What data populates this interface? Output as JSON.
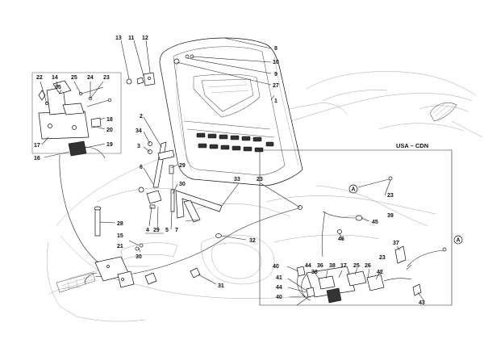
{
  "diagram": {
    "inset_title": "USA – CDN",
    "callouts": {
      "c1": "1",
      "c2": "2",
      "c4": "4",
      "c5": "5",
      "c6": "6",
      "c7": "7",
      "c8": "8",
      "c9": "9",
      "c10": "10",
      "c11": "11",
      "c12": "12",
      "c13": "13",
      "c14": "14",
      "c15": "15",
      "c16": "16",
      "c17": "17",
      "c18": "18",
      "c19": "19",
      "c20": "20",
      "c21": "21",
      "c22": "22",
      "c23": "23",
      "c24": "24",
      "c25": "25",
      "c26": "26",
      "c27": "27",
      "c28": "28",
      "c29": "29",
      "c30": "30",
      "c31": "31",
      "c32": "32",
      "c33": "33",
      "c34": "34",
      "c35": "35",
      "c36": "36",
      "c37": "37",
      "c38": "38",
      "c39": "39",
      "c40": "40",
      "c41": "41",
      "c42": "42",
      "c43": "43",
      "c44": "44",
      "c45": "45",
      "c46": "46",
      "ref_a": "A"
    }
  }
}
